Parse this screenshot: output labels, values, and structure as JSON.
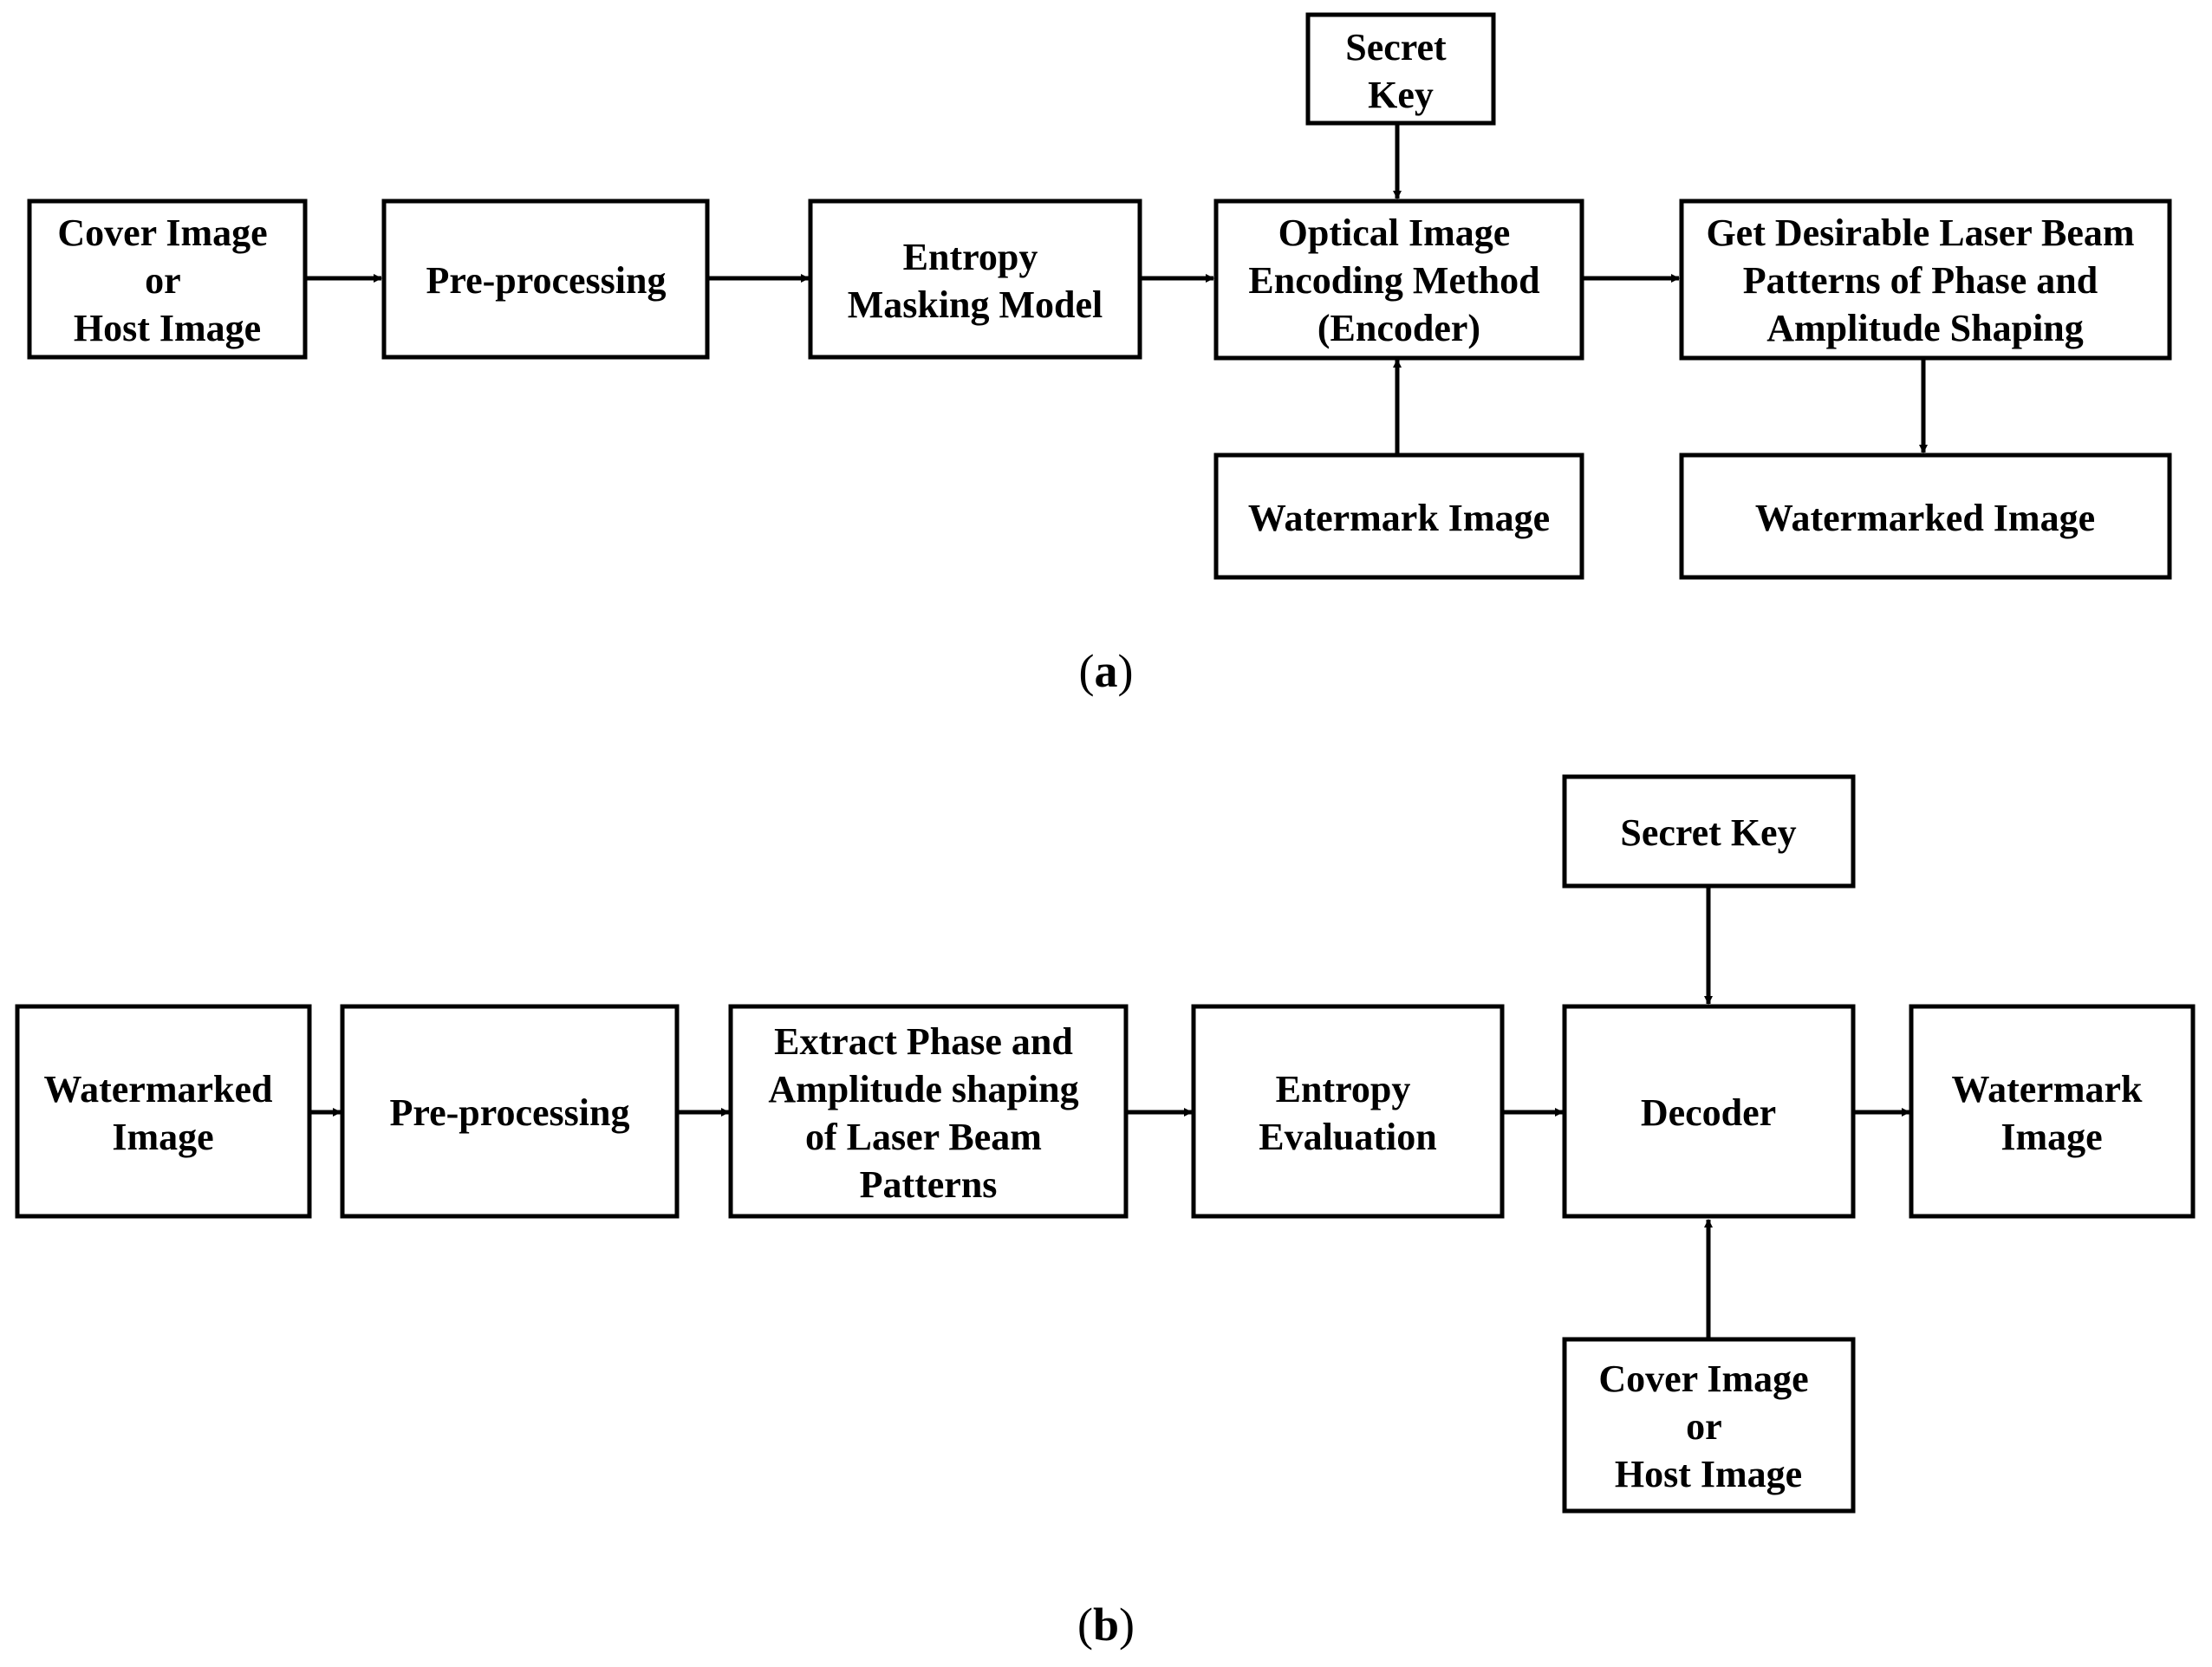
{
  "panel_a": {
    "caption_open": "(",
    "caption_letter": "a",
    "caption_close": ")",
    "boxes": {
      "cover_image": [
        "Cover Image",
        "or",
        "Host Image"
      ],
      "pre_processing": [
        "Pre-processing"
      ],
      "entropy_masking": [
        "Entropy",
        "Masking Model"
      ],
      "encoder": [
        "Optical Image",
        "Encoding Method",
        "(Encoder)"
      ],
      "secret_key": [
        "Secret",
        "Key"
      ],
      "watermark_image": [
        "Watermark Image"
      ],
      "laser_beam": [
        "Get Desirable Laser Beam",
        "Patterns of Phase and",
        "Amplitude Shaping"
      ],
      "watermarked_image": [
        "Watermarked Image"
      ]
    }
  },
  "panel_b": {
    "caption_open": "(",
    "caption_letter": "b",
    "caption_close": ")",
    "boxes": {
      "watermarked_image": [
        "Watermarked",
        "Image"
      ],
      "pre_processing": [
        "Pre-processing"
      ],
      "extract_phase": [
        "Extract Phase and",
        "Amplitude shaping",
        "of Laser Beam",
        "Patterns"
      ],
      "entropy_evaluation": [
        "Entropy",
        "Evaluation"
      ],
      "decoder": [
        "Decoder"
      ],
      "secret_key": [
        "Secret Key"
      ],
      "cover_image": [
        "Cover Image",
        "or",
        "Host Image"
      ],
      "watermark_image": [
        "Watermark",
        "Image"
      ]
    }
  }
}
